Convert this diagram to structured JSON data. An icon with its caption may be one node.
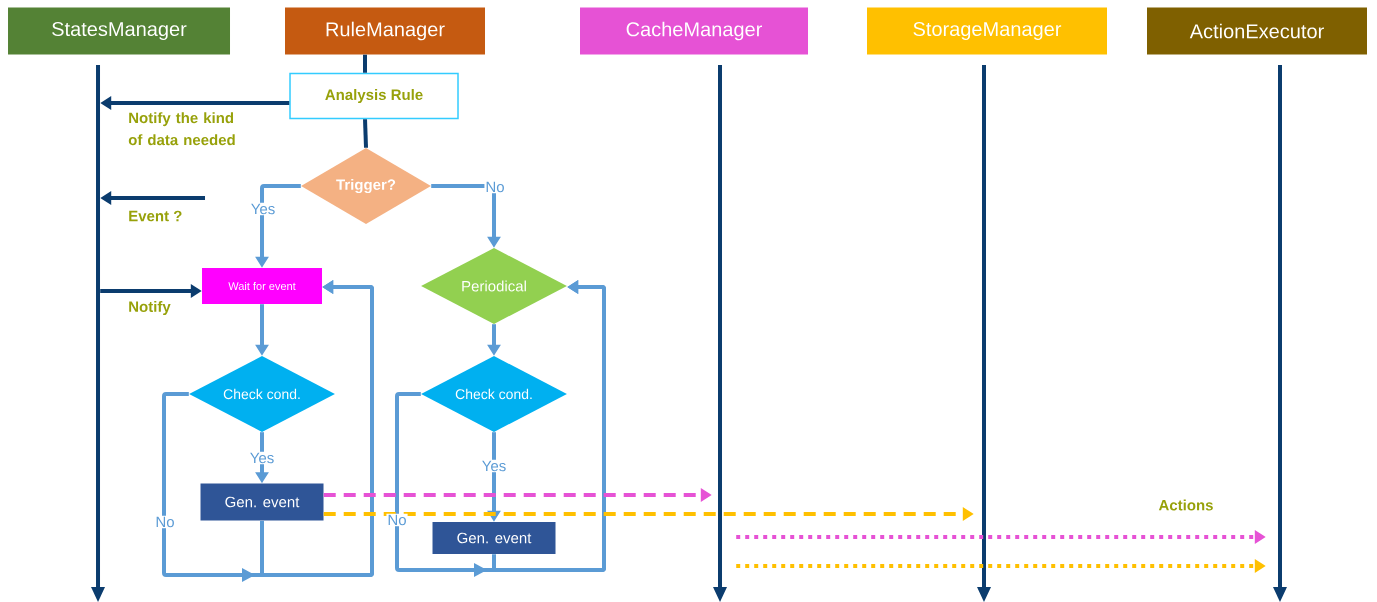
{
  "diagram": {
    "nodes": [
      {
        "text": [
          "StatesManager"
        ]
      },
      {
        "text": [
          "RuleManager"
        ]
      },
      {
        "text": [
          "CacheManager"
        ]
      },
      {
        "text": [
          "StorageManager"
        ]
      },
      {
        "text": [
          "ActionExecutor"
        ]
      },
      {
        "text": [],
        "shape": "bar"
      },
      {
        "text": [],
        "shape": "bar"
      },
      {
        "text": [],
        "shape": "bar"
      },
      {
        "text": [],
        "shape": "bar"
      },
      {
        "text": [
          "Analysis Rule"
        ]
      },
      {
        "text": [
          "Trigger?"
        ]
      },
      {
        "text": [
          "Wait for event"
        ]
      },
      {
        "text": [
          "Periodical"
        ]
      },
      {
        "text": [
          "Check cond."
        ]
      },
      {
        "text": [
          "Check cond."
        ]
      },
      {
        "text": [
          "Gen. event"
        ]
      },
      {
        "text": [
          "Gen. event"
        ]
      }
    ],
    "edges": [
      {
        "from": 1,
        "to": 9,
        "arrow": "none",
        "color": "#0b3c6e"
      },
      {
        "from": 9,
        "to": 10,
        "arrow": "none",
        "color": "#0b3c6e"
      },
      {
        "from": 9,
        "to": 5,
        "arrow": "to",
        "label": "Notify the kind of data needed",
        "color": "#0b3c6e"
      },
      {
        "from": null,
        "to": 5,
        "arrow": "to",
        "label": "Event ?",
        "color": "#0b3c6e"
      },
      {
        "from": 5,
        "to": 11,
        "arrow": "to",
        "label": "Notify",
        "color": "#0b3c6e"
      },
      {
        "from": 10,
        "to": 11,
        "arrow": "to",
        "label": "Yes"
      },
      {
        "from": 10,
        "to": 12,
        "arrow": "to",
        "label": "No"
      },
      {
        "from": 11,
        "to": 13,
        "arrow": "to"
      },
      {
        "from": 12,
        "to": 14,
        "arrow": "to"
      },
      {
        "from": 13,
        "to": 15,
        "arrow": "to",
        "label": "Yes"
      },
      {
        "from": 14,
        "to": 16,
        "arrow": "to",
        "label": "Yes"
      },
      {
        "from": 13,
        "to": 11,
        "arrow": "to",
        "label": "No"
      },
      {
        "from": 15,
        "to": 11,
        "arrow": "to"
      },
      {
        "from": 14,
        "to": 12,
        "arrow": "to",
        "label": "No"
      },
      {
        "from": 16,
        "to": 12,
        "arrow": "to"
      },
      {
        "from": 15,
        "to": 6,
        "arrow": "to",
        "style": "dashed",
        "color": "#e652d5"
      },
      {
        "from": 15,
        "to": 7,
        "arrow": "to",
        "style": "dashed",
        "color": "#ffc000"
      },
      {
        "from": 6,
        "to": 8,
        "arrow": "to",
        "style": "dashed",
        "color": "#e652d5"
      },
      {
        "from": 6,
        "to": 8,
        "arrow": "to",
        "style": "dashed",
        "color": "#ffc000"
      }
    ],
    "labels": [
      "Actions"
    ]
  }
}
